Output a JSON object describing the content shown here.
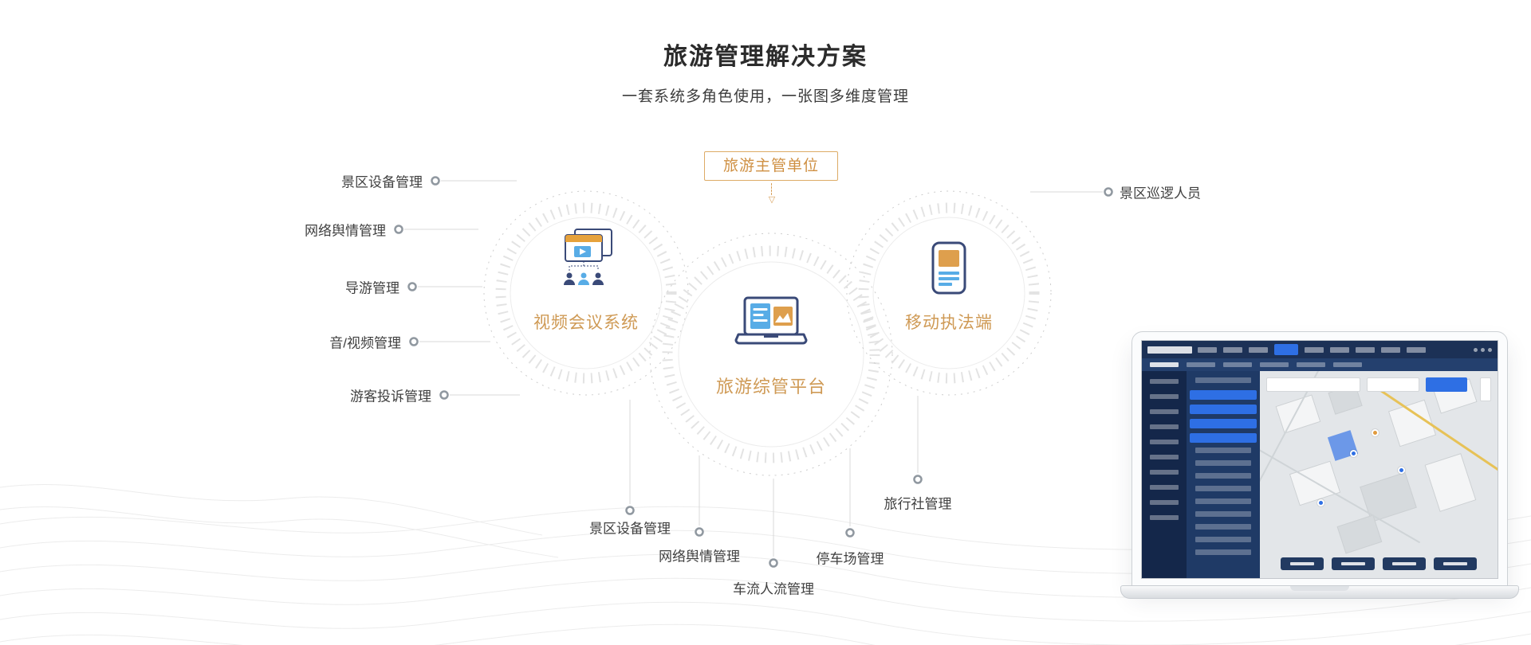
{
  "page": {
    "title": "旅游管理解决方案",
    "subtitle": "一套系统多角色使用，一张图多维度管理"
  },
  "diagram": {
    "authority_box": "旅游主管单位",
    "nodes": {
      "video_system": "视频会议系统",
      "platform": "旅游综管平台",
      "mobile_terminal": "移动执法端"
    },
    "left_labels": [
      "景区设备管理",
      "网络舆情管理",
      "导游管理",
      "音/视频管理",
      "游客投诉管理"
    ],
    "right_labels": [
      "景区巡逻人员"
    ],
    "bottom_labels": [
      "景区设备管理",
      "网络舆情管理",
      "车流人流管理",
      "停车场管理",
      "旅行社管理"
    ]
  },
  "colors": {
    "accent_orange": "#cf9a55",
    "authority_orange": "#cf9043",
    "icon_navy": "#3a4a78",
    "icon_blue": "#58ace6",
    "icon_orange": "#de9f4d",
    "line_gray": "#d9d9d9",
    "highlight_blue": "#2e6fe4",
    "text_dark": "#2b2b2b"
  }
}
